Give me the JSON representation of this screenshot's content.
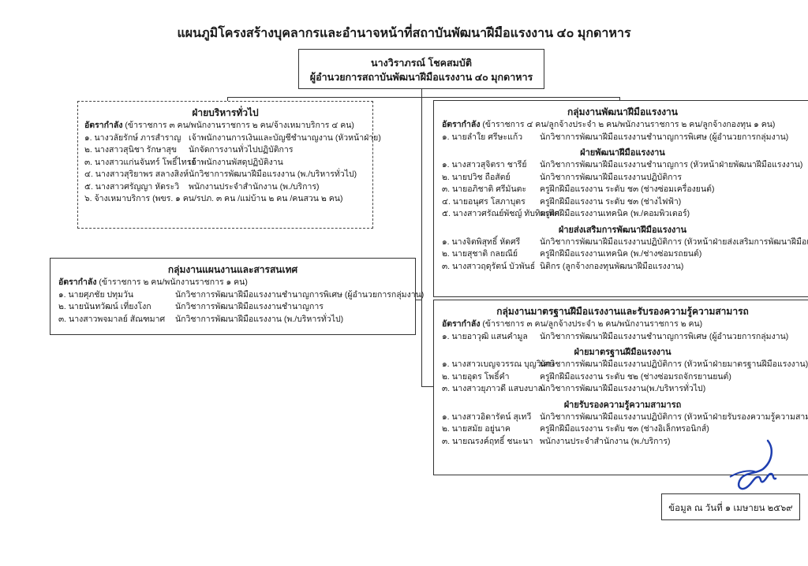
{
  "title": "แผนภูมิโครงสร้างบุคลากรและอำนาจหน้าที่สถาบันพัฒนาฝีมือแรงงาน ๔๐ มุกดาหาร",
  "director": {
    "name": "นางวิราภรณ์  โชคสมบัติ",
    "position": "ผู้อำนวยการสถาบันพัฒนาฝีมือแรงงาน ๔๐ มุกดาหาร"
  },
  "admin": {
    "heading": "ฝ่ายบริหารทั่วไป",
    "staffing_label": "อัตรากำลัง",
    "staffing": " (ข้าราชการ ๓ คน/พนักงานราชการ ๒ คน/จ้างเหมาบริการ ๔ คน)",
    "members": [
      {
        "name": "๑. นางวลัยรักษ์  ภารสำราญ",
        "role": "เจ้าพนักงานการเงินและบัญชีชำนาญงาน  (หัวหน้าฝ่าย)"
      },
      {
        "name": "๒. นางสาวสุนิชา  รักษาสุข",
        "role": "นักจัดการงานทั่วไปปฏิบัติการ"
      },
      {
        "name": "๓. นางสาวแก่นจันทร์  โพธิ์ไทรย์",
        "role": "เจ้าพนักงานพัสดุปฏิบัติงาน"
      },
      {
        "name": "๔. นางสาวสุริยาพร  สลางสิงห์",
        "role": "นักวิชาการพัฒนาฝีมือแรงงาน  (พ./บริหารทั่วไป)"
      },
      {
        "name": "๕. นางสาวศรัญญา  หัดระวิ",
        "role": "พนักงานประจำสำนักงาน (พ./บริการ)"
      }
    ],
    "note": "๖. จ้างเหมาบริการ  (พขร. ๑ คน/รปภ. ๓ คน /แม่บ้าน ๒ คน /คนสวน ๒ คน)"
  },
  "planning": {
    "heading": "กลุ่มงานแผนงานและสารสนเทศ",
    "staffing_label": "อัตรากำลัง",
    "staffing": " (ข้าราชการ ๒ คน/พนักงานราชการ ๑ คน)",
    "members": [
      {
        "name": "๑. นายศุภชัย  ปทุมวัน",
        "role": "นักวิชาการพัฒนาฝีมือแรงงานชำนาญการพิเศษ (ผู้อำนวยการกลุ่มงาน)"
      },
      {
        "name": "๒. นายนันทวัฒน์  เที่ยงโงก",
        "role": "นักวิชาการพัฒนาฝีมือแรงงานชำนาญการ"
      },
      {
        "name": "๓. นางสาวพจมาลย์  สัณฑมาศ",
        "role": "นักวิชาการพัฒนาฝีมือแรงงาน (พ./บริหารทั่วไป)"
      }
    ]
  },
  "development": {
    "heading": "กลุ่มงานพัฒนาฝีมือแรงงาน",
    "staffing_label": "อัตรากำลัง",
    "staffing": " (ข้าราชการ ๔ คน/ลูกจ้างประจำ ๒ คน/พนักงานราชการ ๒ คน/ลูกจ้างกองทุน ๑ คน)",
    "head": {
      "name": "๑. นายลำใย  ศรีษะแก้ว",
      "role": "นักวิชาการพัฒนาฝีมือแรงงานชำนาญการพิเศษ (ผู้อำนวยการกลุ่มงาน)"
    },
    "sections": [
      {
        "heading": "ฝ่ายพัฒนาฝีมือแรงงาน",
        "members": [
          {
            "name": "๑. นางสาวสุจิตรา  ชารีย์",
            "role": "นักวิชาการพัฒนาฝีมือแรงงานชำนาญการ (หัวหน้าฝ่ายพัฒนาฝีมือแรงงาน)"
          },
          {
            "name": "๒. นายปวิช  ถือสัตย์",
            "role": "นักวิชาการพัฒนาฝีมือแรงงานปฏิบัติการ"
          },
          {
            "name": "๓. นายอภิชาติ ศรีมันตะ",
            "role": "ครูฝึกฝีมือแรงงาน ระดับ ช๓ (ช่างซ่อมเครื่องยนต์)"
          },
          {
            "name": "๔. นายอนุศร  โสภาบุตร",
            "role": "ครูฝึกฝีมือแรงงาน ระดับ ช๓ (ช่างไฟฟ้า)"
          },
          {
            "name": "๕. นางสาวศรัณย์พัชญ์  ทับทิมเทศ",
            "role": "ครูฝึกฝีมือแรงงานเทคนิค (พ./คอมพิวเตอร์)"
          }
        ]
      },
      {
        "heading": "ฝ่ายส่งเสริมการพัฒนาฝีมือแรงงาน",
        "members": [
          {
            "name": "๑. นางจิตพิสุทธิ์  หัดศรี",
            "role": "นักวิชาการพัฒนาฝีมือแรงงานปฏิบัติการ (หัวหน้าฝ่ายส่งเสริมการพัฒนาฝีมือแรงงาน)"
          },
          {
            "name": "๒. นายสุชาติ กลยณีย์",
            "role": "ครูฝึกฝีมือแรงงานเทคนิค (พ./ช่างซ่อมรถยนต์)"
          },
          {
            "name": "๓. นางสาวฤดุรัตน์  บัวพันธ์",
            "role": "นิติกร (ลูกจ้างกองทุนพัฒนาฝีมือแรงงาน)"
          }
        ]
      }
    ]
  },
  "standards": {
    "heading": "กลุ่มงานมาตรฐานฝีมือแรงงานและรับรองความรู้ความสามารถ",
    "staffing_label": "อัตรากำลัง",
    "staffing": " (ข้าราชการ ๓ คน/ลูกจ้างประจำ ๒ คน/พนักงานราชการ ๒ คน)",
    "head": {
      "name": "๑. นายอาวุฒิ   แสนคำมูล",
      "role": "นักวิชาการพัฒนาฝีมือแรงงานชำนาญการพิเศษ (ผู้อำนวยการกลุ่มงาน)"
    },
    "sections": [
      {
        "heading": "ฝ่ายมาตรฐานฝีมือแรงงาน",
        "members": [
          {
            "name": "๑. นางสาวเบญจวรรณ บุญวิเศษ",
            "role": "นักวิชาการพัฒนาฝีมือแรงงานปฏิบัติการ (หัวหน้าฝ่ายมาตรฐานฝีมือแรงงาน)"
          },
          {
            "name": "๒. นายอุดร  โพธิ์คำ",
            "role": "ครูฝึกฝีมือแรงงาน ระดับ ช๒ (ช่างซ่อมรถจักรยานยนต์)"
          },
          {
            "name": "๓. นางสาวยุภาวดี  แสบงบาล",
            "role": "นักวิชาการพัฒนาฝีมือแรงงาน(พ./บริหารทั่วไป)"
          }
        ]
      },
      {
        "heading": "ฝ่ายรับรองความรู้ความสามารถ",
        "members": [
          {
            "name": "๑. นางสาวอิดารัตน์  สุเทวี",
            "role": "นักวิชาการพัฒนาฝีมือแรงงานปฏิบัติการ (หัวหน้าฝ่ายรับรองความรู้ความสามารถ)"
          },
          {
            "name": "๒. นายสมัย   อยู่นาค",
            "role": "ครูฝึกฝีมือแรงงาน ระดับ ช๓ (ช่างอิเล็กทรอนิกส์)"
          },
          {
            "name": "๓. นายณรงค์ฤทธิ์   ชนะนา",
            "role": "พนักงานประจำสำนักงาน (พ./บริการ)"
          }
        ]
      }
    ]
  },
  "footer": "ข้อมูล ณ วันที่ ๑ เมษายน ๒๕๖๙",
  "colors": {
    "ink": "#1a1a1a",
    "signature": "#1f3fb0"
  }
}
